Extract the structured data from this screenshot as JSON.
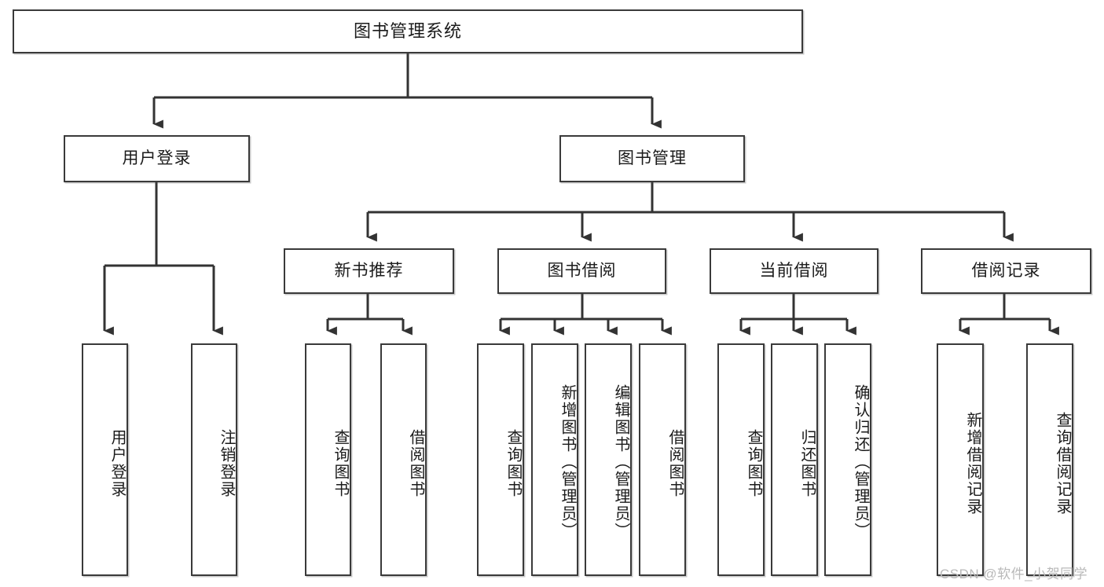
{
  "diagram": {
    "type": "tree-hierarchy-chart",
    "title": "图书管理系统",
    "orientation": "top-down",
    "colors": {
      "background": "#ffffff",
      "box_border": "#3a3a3a",
      "box_fill": "#ffffff",
      "text": "#1b1b1b",
      "connector": "#333333",
      "watermark": "#b9b9b9"
    },
    "root": {
      "label": "图书管理系统",
      "name": "node-root-library-management-system"
    },
    "level2": [
      {
        "label": "用户登录",
        "name": "node-user-login"
      },
      {
        "label": "图书管理",
        "name": "node-book-management"
      }
    ],
    "level3": [
      {
        "label": "新书推荐",
        "name": "node-new-book-recommendation"
      },
      {
        "label": "图书借阅",
        "name": "node-book-borrowing"
      },
      {
        "label": "当前借阅",
        "name": "node-current-borrowing"
      },
      {
        "label": "借阅记录",
        "name": "node-borrow-records"
      }
    ],
    "leaves": {
      "user_login": [
        {
          "label": "用户登录",
          "name": "leaf-user-login"
        },
        {
          "label": "注销登录",
          "name": "leaf-logout"
        }
      ],
      "new_book_recommendation": [
        {
          "label": "查询图书",
          "name": "leaf-query-books-recommend"
        },
        {
          "label": "借阅图书",
          "name": "leaf-borrow-books-recommend"
        }
      ],
      "book_borrowing": [
        {
          "label": "查询图书",
          "name": "leaf-query-books-borrow"
        },
        {
          "label": "新增图书（管理员）",
          "name": "leaf-add-book-admin"
        },
        {
          "label": "编辑图书（管理员）",
          "name": "leaf-edit-book-admin"
        },
        {
          "label": "借阅图书",
          "name": "leaf-borrow-book"
        }
      ],
      "current_borrowing": [
        {
          "label": "查询图书",
          "name": "leaf-query-books-current"
        },
        {
          "label": "归还图书",
          "name": "leaf-return-book"
        },
        {
          "label": "确认归还（管理员）",
          "name": "leaf-confirm-return-admin"
        }
      ],
      "borrow_records": [
        {
          "label": "新增借阅记录",
          "name": "leaf-add-borrow-record"
        },
        {
          "label": "查询借阅记录",
          "name": "leaf-query-borrow-record"
        }
      ]
    },
    "watermark": "CSDN @软件_小贺同学"
  }
}
